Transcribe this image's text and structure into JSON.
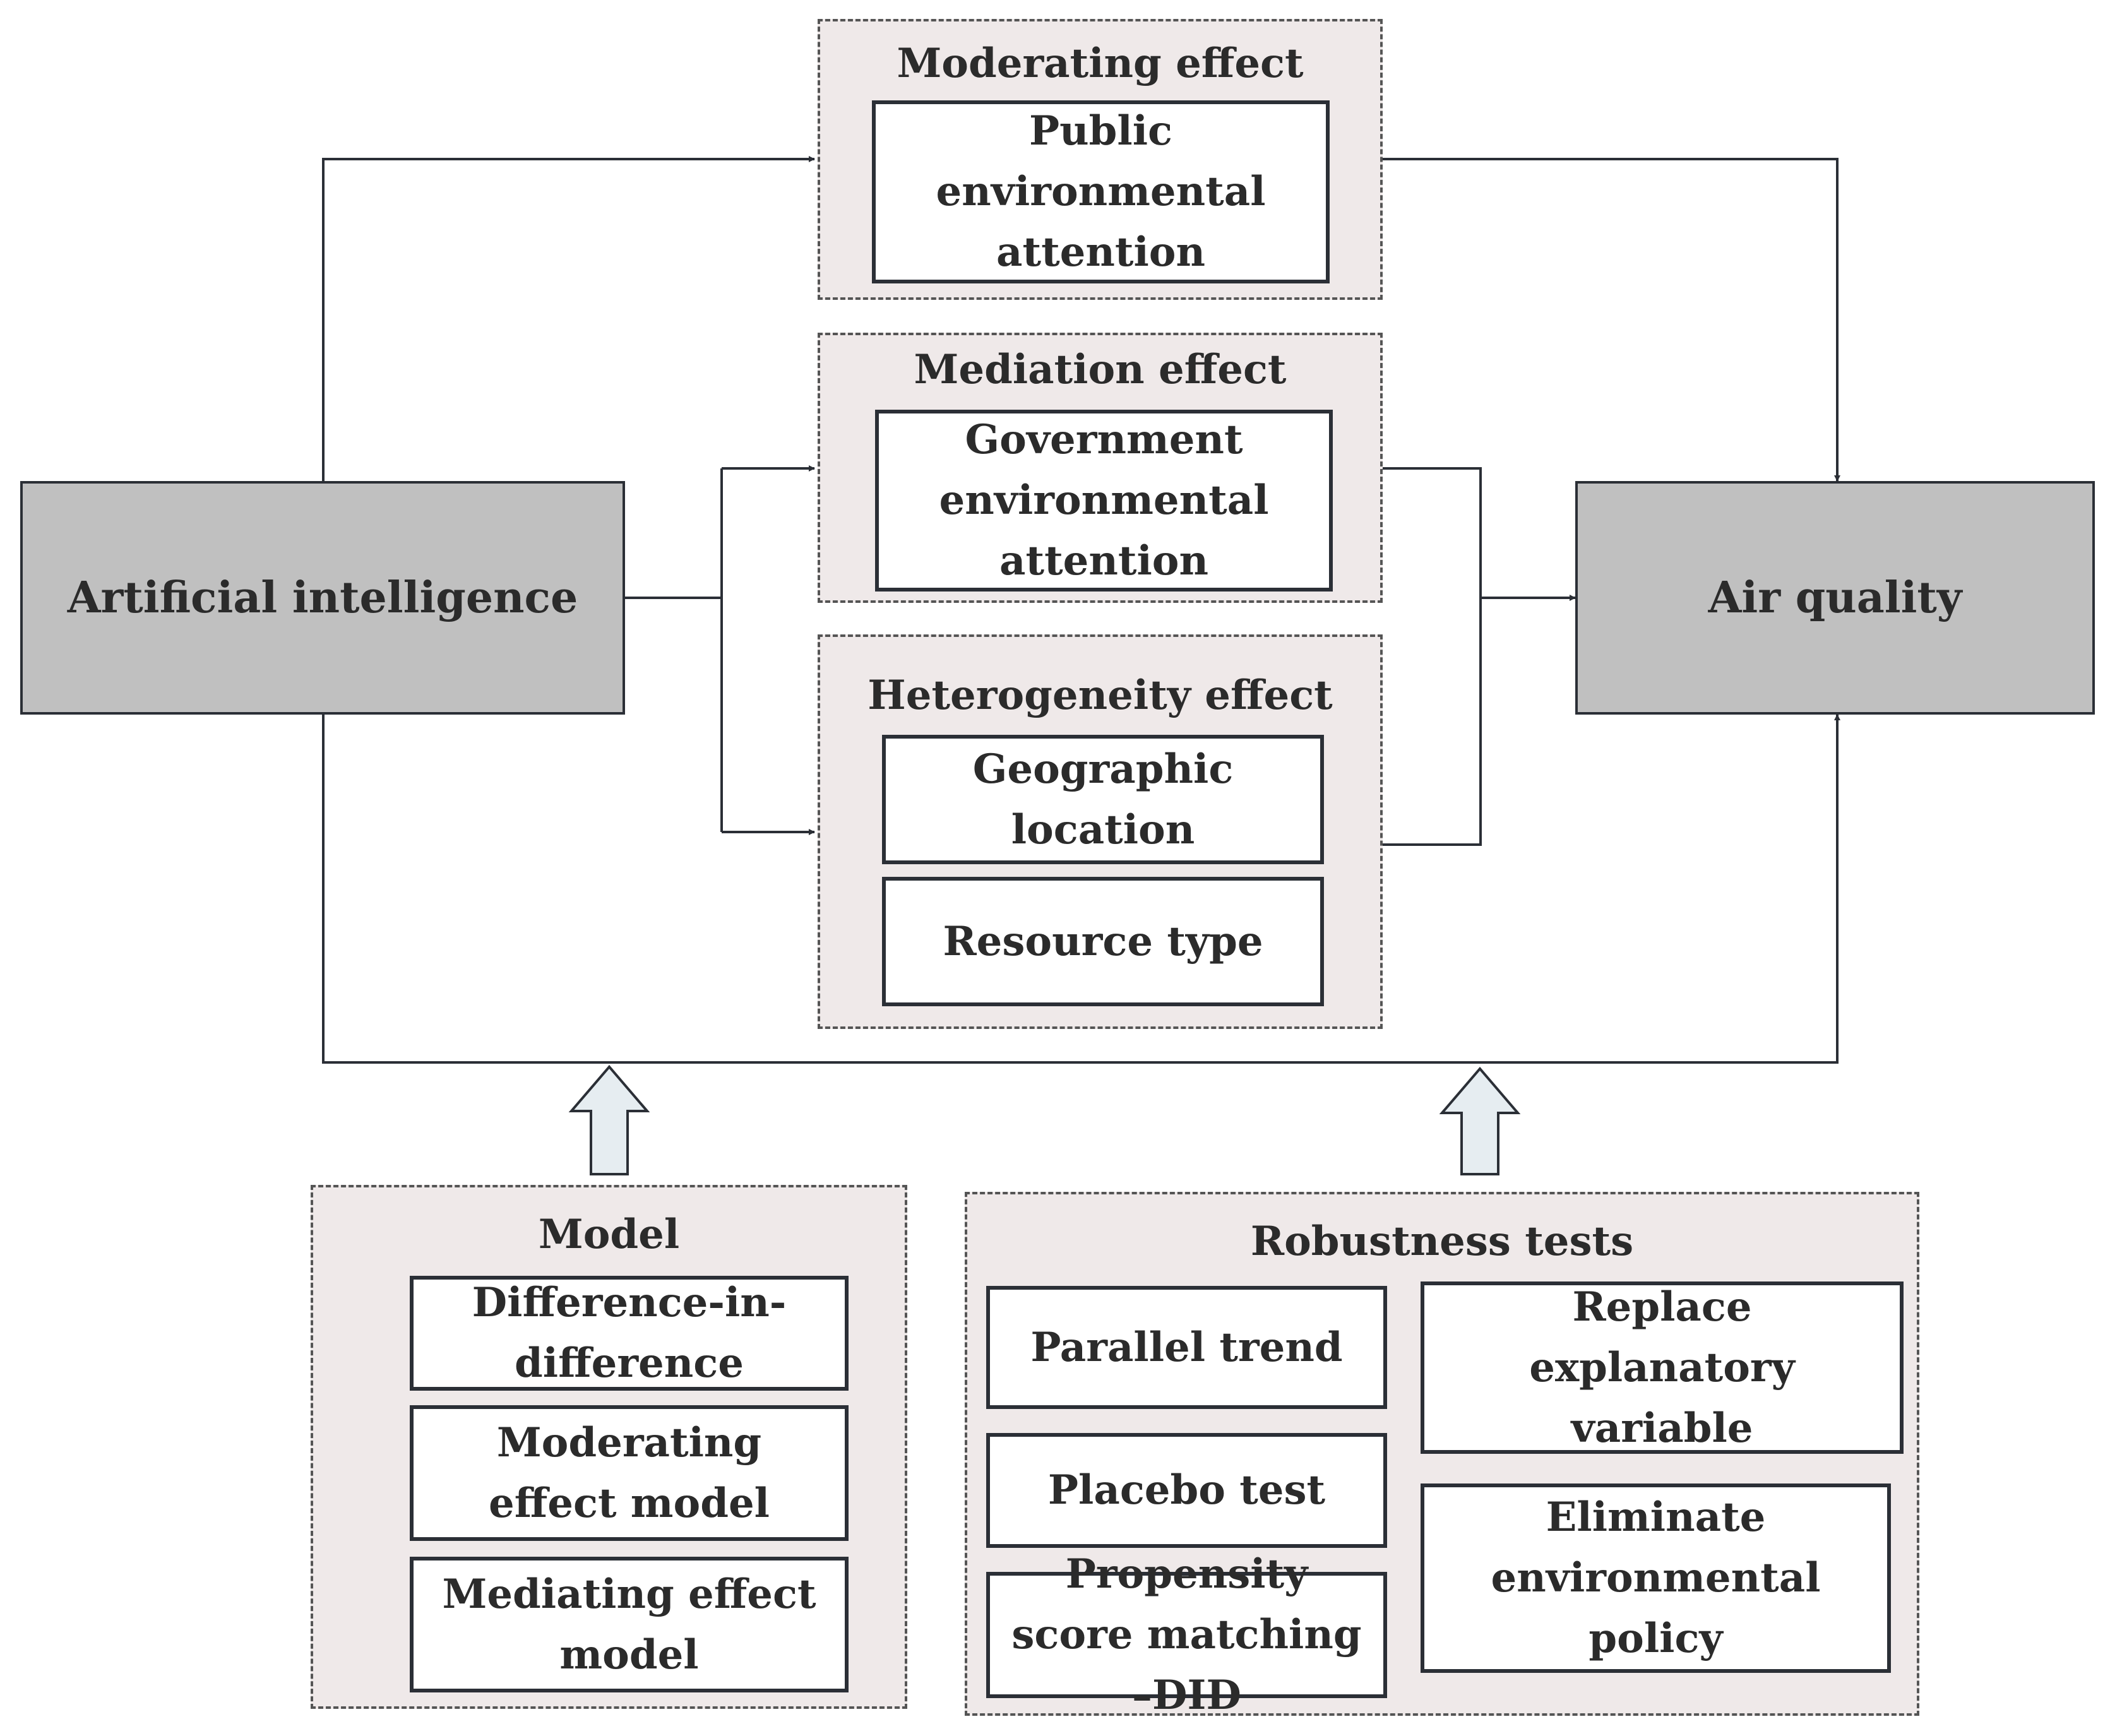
{
  "nodes": {
    "ai": "Artificial intelligence",
    "air": "Air quality"
  },
  "moderating": {
    "title": "Moderating effect",
    "items": [
      "Public environmental attention"
    ]
  },
  "mediation": {
    "title": "Mediation effect",
    "items": [
      "Government environmental attention"
    ]
  },
  "heterogeneity": {
    "title": "Heterogeneity effect",
    "items": [
      "Geographic location",
      "Resource type"
    ]
  },
  "model": {
    "title": "Model",
    "items": [
      "Difference-in-difference",
      "Moderating effect model",
      "Mediating effect model"
    ]
  },
  "robustness": {
    "title": "Robustness tests",
    "items": [
      "Parallel trend",
      "Placebo test",
      "Propensity score matching –DID",
      "Replace explanatory variable",
      "Eliminate environmental policy"
    ]
  }
}
